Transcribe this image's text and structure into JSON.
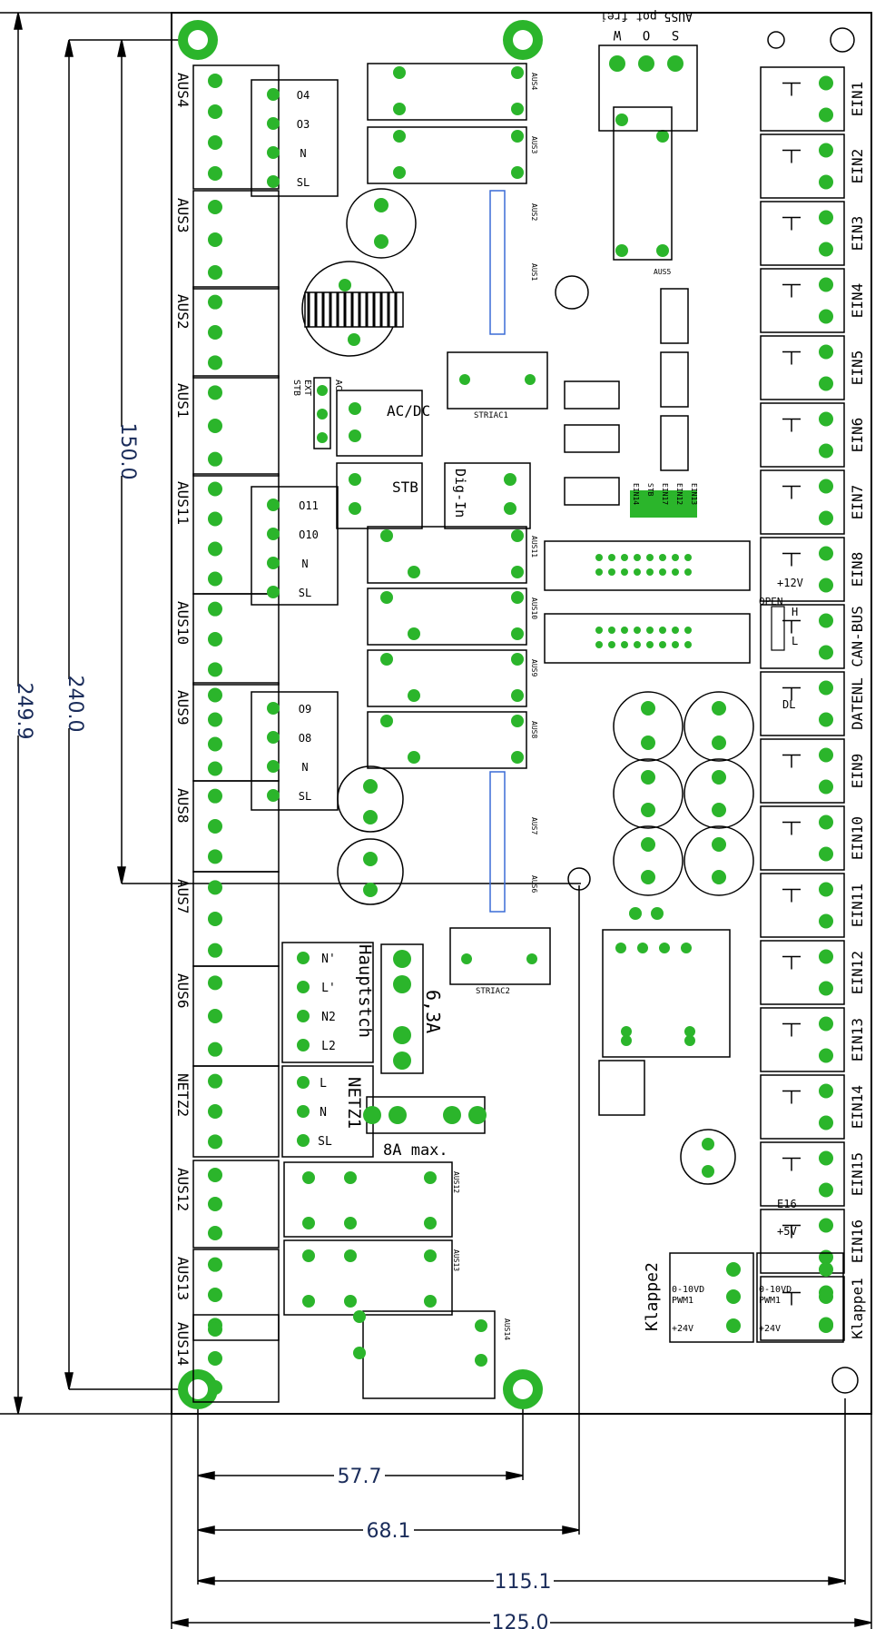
{
  "dimensions": {
    "right": [
      {
        "label": "249.9"
      },
      {
        "label": "240.0"
      },
      {
        "label": "150.0"
      }
    ],
    "bottom": [
      {
        "label": "57.7"
      },
      {
        "label": "68.1"
      },
      {
        "label": "115.1"
      },
      {
        "label": "125.0"
      }
    ]
  },
  "left_terminals": {
    "aus4_pins": [
      "O4",
      "O3",
      "N",
      "SL"
    ],
    "aus11_pins": [
      "O11",
      "O10",
      "N",
      "SL"
    ],
    "aus9_pins": [
      "O9",
      "O8",
      "N",
      "SL"
    ],
    "hauptstch_pins": [
      "N'",
      "L'",
      "N2",
      "L2"
    ],
    "netz1_pins": [
      "L",
      "N",
      "SL"
    ],
    "rotated_labels": [
      "AUS4",
      "AUS3",
      "AUS2",
      "AUS1",
      "AUS11",
      "AUS10",
      "AUS9",
      "AUS8",
      "AUS7",
      "AUS6",
      "NETZ2",
      "AUS12",
      "AUS13",
      "AUS14"
    ],
    "hauptstch_label": "Hauptstch",
    "netz1_label": "NETZ1"
  },
  "right_terminals": {
    "inputs": [
      "EIN1",
      "EIN2",
      "EIN3",
      "EIN4",
      "EIN5",
      "EIN6",
      "EIN7",
      "EIN8",
      "CAN-BUS",
      "DATENL",
      "EIN9",
      "EIN10",
      "EIN11",
      "EIN12",
      "EIN13",
      "EIN14",
      "EIN15",
      "EIN16",
      "Klappe1"
    ],
    "can_pins": [
      "+12V",
      "H",
      "L"
    ],
    "datenl_pin": "DL",
    "ein16_extra": [
      "E16",
      "+5V"
    ],
    "klappe_pins": [
      "0-10VD",
      "PWM1",
      "+24V"
    ],
    "klappe2_label": "Klappe2",
    "open_label": "OPEN"
  },
  "center": {
    "acdc_label": "AC/DC",
    "stb_label": "STB",
    "digin_label": "Dig-In",
    "triac1": "STRIAC1",
    "triac2": "STRIAC2",
    "fuse_main": "6,3A",
    "fuse_max": "8A max.",
    "stb_switch_labels": [
      "STB",
      "EXT",
      "AC"
    ],
    "jumper_labels": [
      "EIN14",
      "STB",
      "EIN17",
      "EIN12",
      "EIN13"
    ],
    "aus5_header": [
      "W",
      "O",
      "S"
    ],
    "aus5_title": "AUS5 pot frei",
    "relay_labels": [
      "AUS4",
      "AUS3",
      "AUS2",
      "AUS1",
      "AUS11",
      "AUS10",
      "AUS9",
      "AUS8",
      "AUS7",
      "AUS6",
      "AUS12",
      "AUS13",
      "AUS14",
      "AUS5"
    ]
  },
  "colors": {
    "pad": "#2bb52b",
    "dim": "#1a2c5a",
    "fuse_box": "#3a6cd6",
    "stroke": "#000000"
  }
}
